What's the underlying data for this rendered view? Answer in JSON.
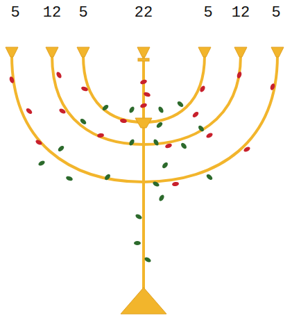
{
  "diagram": {
    "labels": [
      "5",
      "12",
      "5",
      "22",
      "5",
      "12",
      "5"
    ]
  }
}
